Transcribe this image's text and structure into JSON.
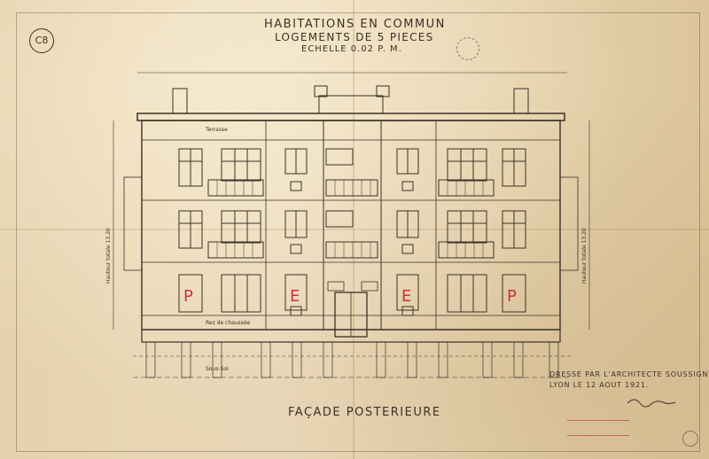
{
  "header": {
    "title": "HABITATIONS EN COMMUN",
    "subtitle": "LOGEMENTS DE 5 PIECES",
    "scale": "ECHELLE 0.02 P. M."
  },
  "sheet_id": "C8",
  "drawing": {
    "caption": "FAÇADE POSTERIEURE",
    "labels": {
      "roof": "Terrasse",
      "ground": "Rez de chaussée",
      "basement": "Sous-Sol",
      "side_left": "Hauteur totale 13.20",
      "side_right": "Hauteur totale 13.20"
    },
    "window_marks": [
      "P",
      "E",
      "E",
      "P"
    ],
    "colors": {
      "ink": "#3b3128",
      "red_mark": "#c8323a",
      "paper": "#e9d9b8"
    }
  },
  "credit": {
    "line1": "DRESSE PAR L'ARCHITECTE SOUSSIGNE",
    "line2": "LYON LE 12 AOUT 1921."
  }
}
